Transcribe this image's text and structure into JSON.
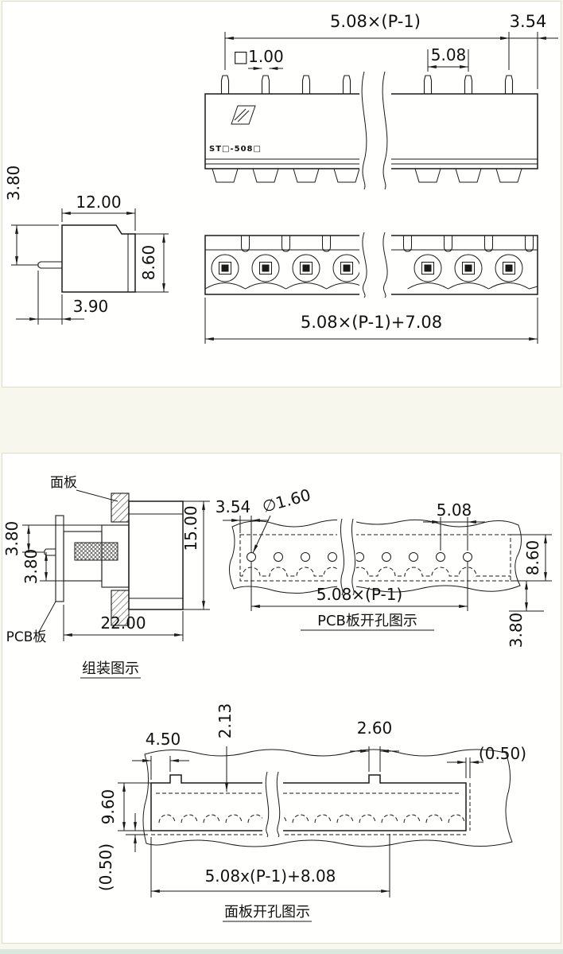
{
  "colors": {
    "line": "#1a1a1a",
    "page_bg": "#f7f7ee",
    "sheet_bg": "#fffffd",
    "footer_strip": "#d9e8df"
  },
  "outline_view": {
    "dim_pitch_span": "5.08×(P-1)",
    "dim_end_margin": "3.54",
    "dim_pin_square": "□1.00",
    "dim_pitch": "5.08",
    "marking": "ST□-508□",
    "dim_total_width": "5.08×(P-1)+7.08",
    "side": {
      "dim_pin_drop": "3.80",
      "dim_depth": "12.00",
      "dim_body_height": "8.60",
      "dim_pin_length": "3.90"
    }
  },
  "assembly_view": {
    "panel_label": "面板",
    "pcb_label": "PCB板",
    "dim_total_height": "15.00",
    "dim_pin_offset_upper": "3.80",
    "dim_pin_offset_lower": "3.80",
    "dim_total_depth": "22.00",
    "caption": "组装图示"
  },
  "pcb_drill_view": {
    "dim_end_margin": "3.54",
    "dim_hole_diameter": "∅1.60",
    "dim_pitch": "5.08",
    "dim_row_height": "8.60",
    "dim_pitch_span": "5.08×(P-1)",
    "dim_edge_offset": "3.80",
    "caption": "PCB板开孔图示"
  },
  "panel_cutout_view": {
    "dim_notch_depth": "2.13",
    "dim_notch_width": "2.60",
    "dim_notch_offset": "4.50",
    "dim_clearance_right": "(0.50)",
    "dim_cutout_height": "9.60",
    "dim_clearance_bottom": "(0.50)",
    "dim_cutout_width": "5.08x(P-1)+8.08",
    "caption": "面板开孔图示"
  }
}
